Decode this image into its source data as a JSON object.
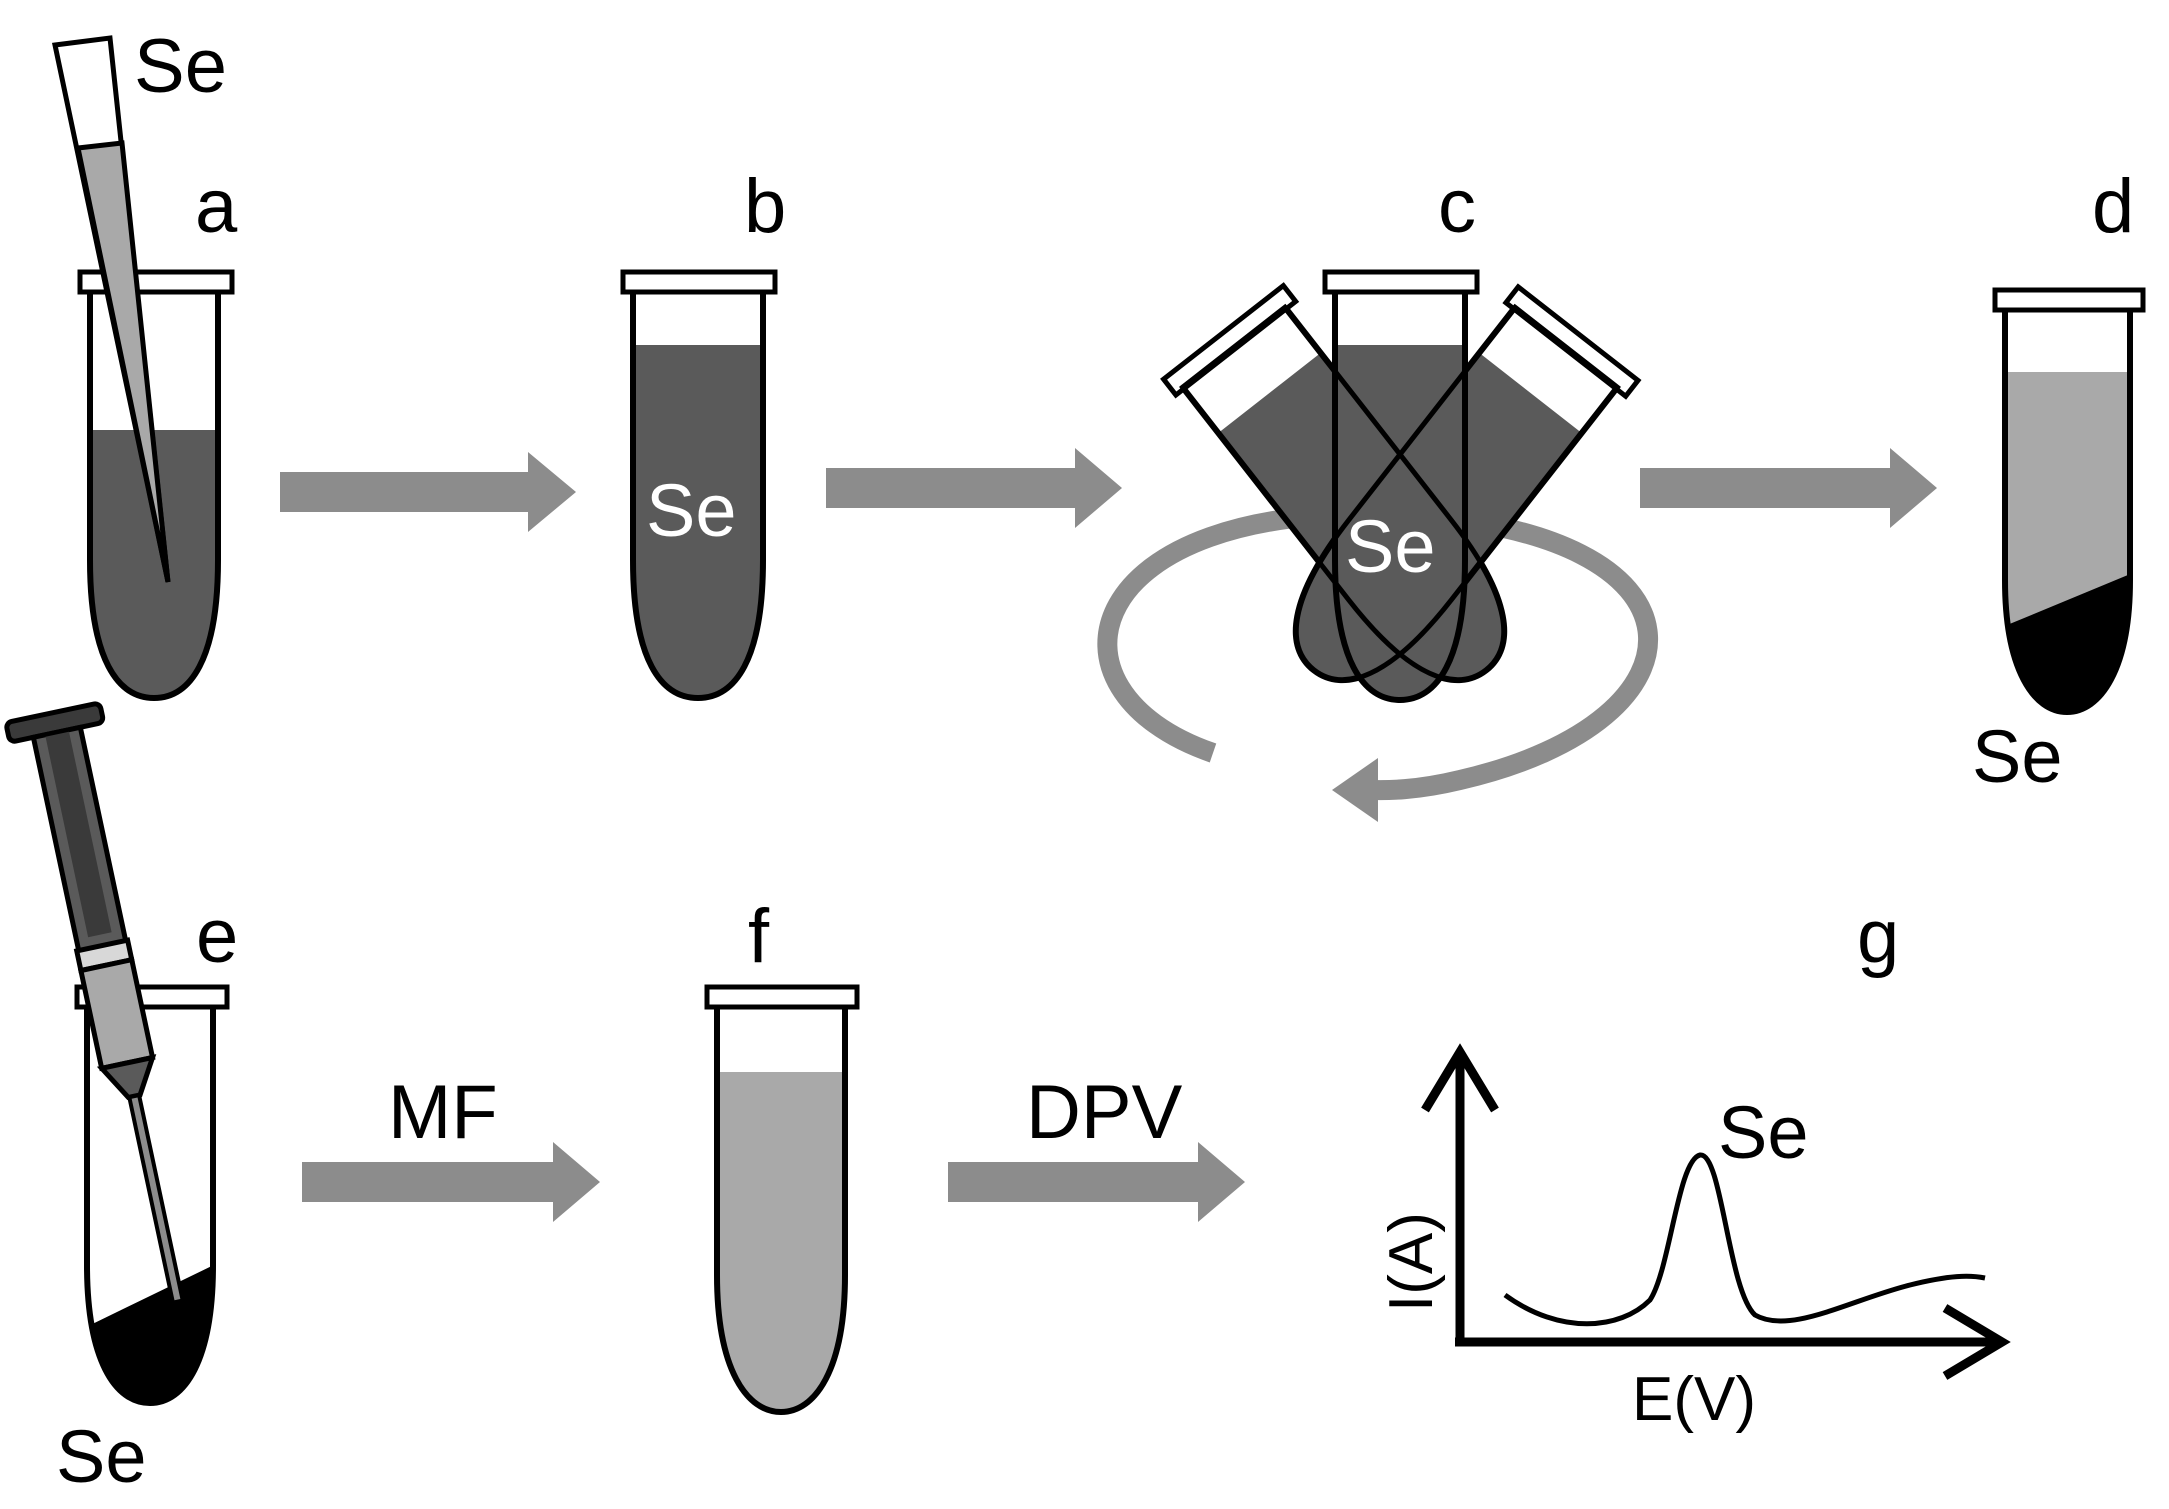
{
  "figure": {
    "panel_labels": {
      "a": "a",
      "b": "b",
      "c": "c",
      "d": "d",
      "e": "e",
      "f": "f",
      "g": "g"
    },
    "analyte": "Se",
    "arrow_labels": {
      "mf": "MF",
      "dpv": "DPV"
    },
    "plot": {
      "y_axis": "I(A)",
      "x_axis": "E(V)",
      "peak_label": "Se"
    },
    "colors": {
      "dark_liquid": "#5a5a5a",
      "light_liquid": "#a9a9a9",
      "arrow": "#8c8c8c",
      "sediment": "#000000"
    }
  }
}
